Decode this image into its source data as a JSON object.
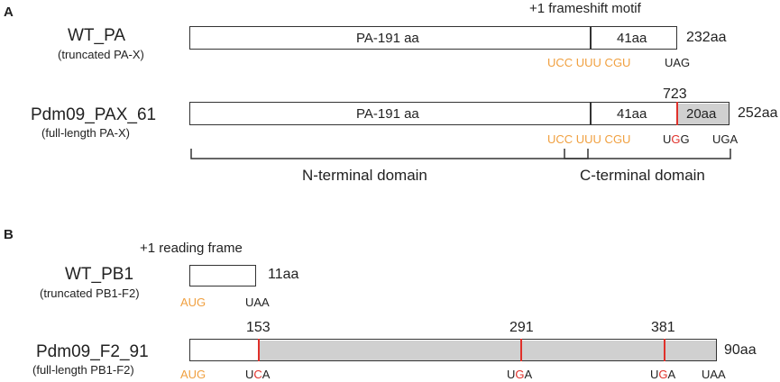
{
  "panel_a": {
    "label": "A",
    "frameshift_motif": "+1 frameshift motif",
    "wt": {
      "name": "WT_PA",
      "subtitle": "(truncated PA-X)",
      "seg1_label": "PA-191 aa",
      "seg2_label": "41aa",
      "length": "232aa",
      "motif": "UCC UUU CGU",
      "stop": "UAG"
    },
    "pdm": {
      "name": "Pdm09_PAX_61",
      "subtitle": "(full-length PA-X)",
      "seg1_label": "PA-191 aa",
      "seg2_label": "41aa",
      "seg3_label": "20aa",
      "length": "252aa",
      "position": "723",
      "motif": "UCC UUU CGU",
      "mut_codon": {
        "pre": "U",
        "mid": "G",
        "post": "G"
      },
      "stop": "UGA"
    },
    "domains": {
      "n_terminal": "N-terminal domain",
      "c_terminal": "C-terminal domain"
    }
  },
  "panel_b": {
    "label": "B",
    "reading_frame": "+1 reading frame",
    "wt": {
      "name": "WT_PB1",
      "subtitle": "(truncated PB1-F2)",
      "length": "11aa",
      "start": "AUG",
      "stop": "UAA"
    },
    "pdm": {
      "name": "Pdm09_F2_91",
      "subtitle": "(full-length PB1-F2)",
      "length": "90aa",
      "start": "AUG",
      "positions": [
        "153",
        "291",
        "381"
      ],
      "codons": [
        {
          "pre": "U",
          "mid": "C",
          "post": "A"
        },
        {
          "pre": "U",
          "mid": "G",
          "post": "A"
        },
        {
          "pre": "U",
          "mid": "G",
          "post": "A"
        }
      ],
      "stop": "UAA"
    }
  },
  "colors": {
    "motif": "#f0a040",
    "mutation": "#e0302a",
    "shaded": "#d0d0d0"
  }
}
